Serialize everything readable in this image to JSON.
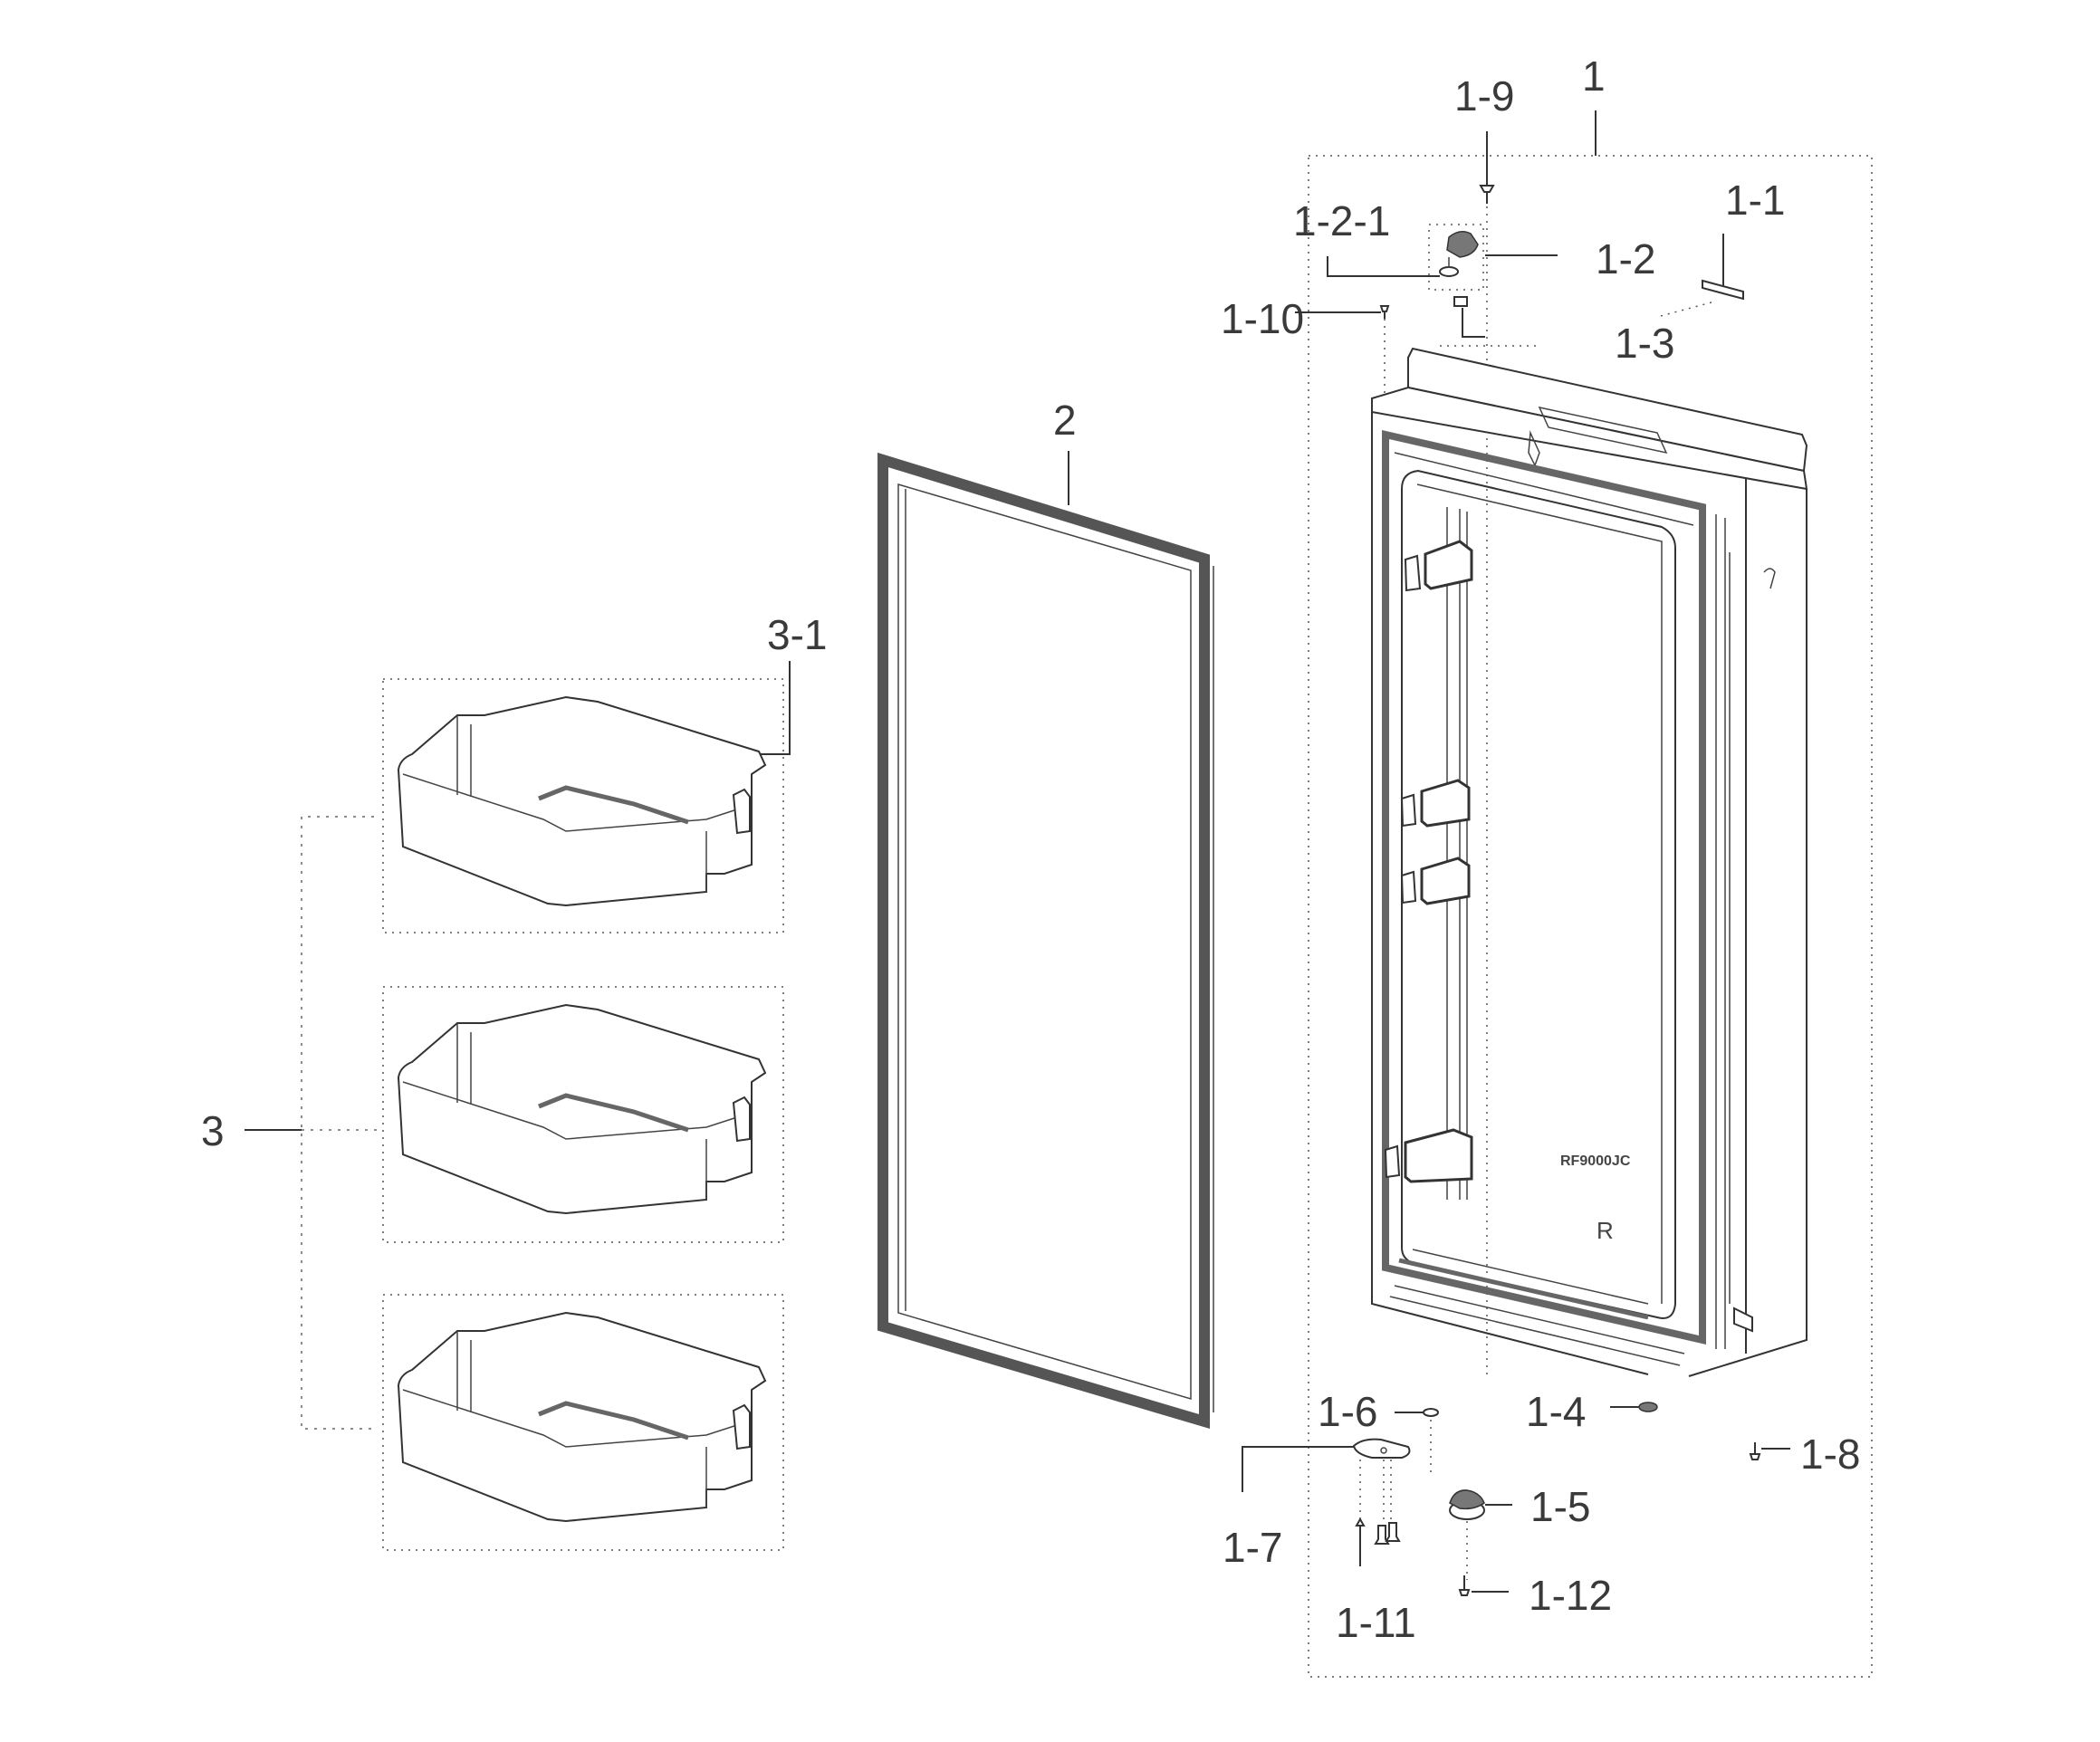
{
  "diagram": {
    "type": "exploded-parts-diagram",
    "subject": "Refrigerator door (right) assembly",
    "door_marking": "RF9000JC",
    "door_side_mark": "R",
    "callouts": [
      {
        "id": "1",
        "label": "1",
        "part": "door-assembly"
      },
      {
        "id": "1-1",
        "label": "1-1",
        "part": "top-bracket"
      },
      {
        "id": "1-2",
        "label": "1-2",
        "part": "upper-hinge-cap"
      },
      {
        "id": "1-2-1",
        "label": "1-2-1",
        "part": "hinge-washer"
      },
      {
        "id": "1-3",
        "label": "1-3",
        "part": "top-clip"
      },
      {
        "id": "1-4",
        "label": "1-4",
        "part": "door-stopper"
      },
      {
        "id": "1-5",
        "label": "1-5",
        "part": "lower-hinge-cap"
      },
      {
        "id": "1-6",
        "label": "1-6",
        "part": "lower-washer"
      },
      {
        "id": "1-7",
        "label": "1-7",
        "part": "lower-hinge-plate"
      },
      {
        "id": "1-8",
        "label": "1-8",
        "part": "screw"
      },
      {
        "id": "1-9",
        "label": "1-9",
        "part": "top-screw"
      },
      {
        "id": "1-10",
        "label": "1-10",
        "part": "small-screw"
      },
      {
        "id": "1-11",
        "label": "1-11",
        "part": "hinge-screws"
      },
      {
        "id": "1-12",
        "label": "1-12",
        "part": "bottom-screw"
      },
      {
        "id": "2",
        "label": "2",
        "part": "door-gasket"
      },
      {
        "id": "3",
        "label": "3",
        "part": "door-bin-group"
      },
      {
        "id": "3-1",
        "label": "3-1",
        "part": "door-bin"
      }
    ]
  }
}
